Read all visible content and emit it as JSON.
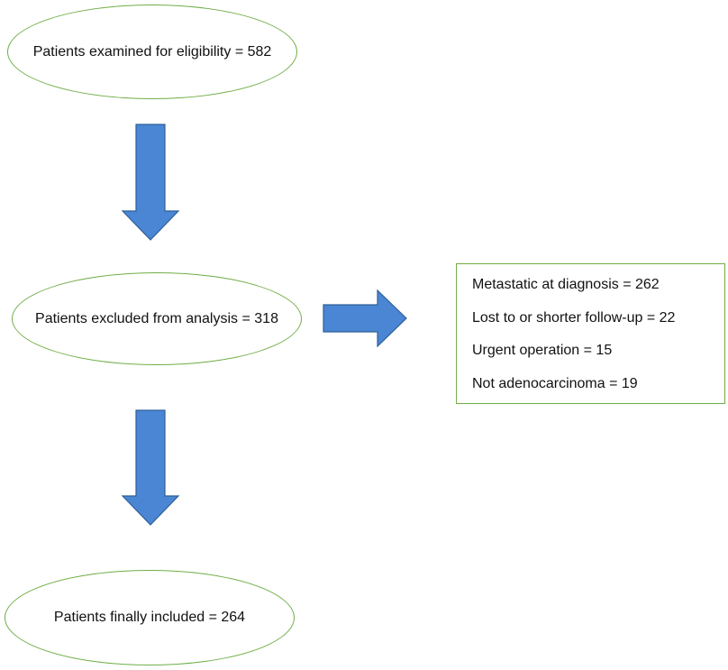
{
  "flow": {
    "examined": "Patients examined for eligibility = 582",
    "excluded": "Patients excluded from analysis = 318",
    "included": "Patients finally included = 264"
  },
  "exclusion_reasons": [
    "Metastatic at diagnosis = 262",
    "Lost to or shorter follow-up = 22",
    "Urgent operation = 15",
    "Not adenocarcinoma = 19"
  ],
  "colors": {
    "node_border": "#70ad47",
    "arrow_fill": "#4a86d4",
    "arrow_stroke": "#2f5f97"
  }
}
